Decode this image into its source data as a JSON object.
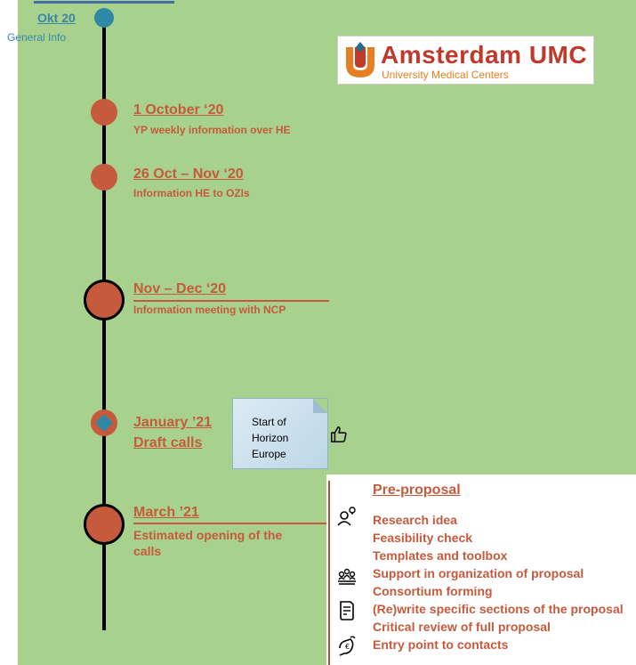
{
  "header": {
    "label": "Okt 20",
    "sublabel": "General Info"
  },
  "logo": {
    "name": "Amsterdam UMC",
    "subtitle": "University Medical Centers",
    "colors": [
      "#c0392b",
      "#e67e22"
    ]
  },
  "events": [
    {
      "title": "1 October ‘20",
      "subtitle": "YP weekly information over HE"
    },
    {
      "title": "26 Oct – Nov ‘20",
      "subtitle": "Information HE to OZIs"
    },
    {
      "title": "Nov – Dec ‘20",
      "subtitle": "Information meeting with NCP"
    },
    {
      "title": "January ’21",
      "subtitle": "Draft calls"
    },
    {
      "title": "March ’21",
      "subtitle": "Estimated opening of the calls"
    }
  ],
  "note": {
    "text": "Start of Horizon Europe",
    "icon": "thumbs-up-icon"
  },
  "panel": {
    "title": "Pre-proposal",
    "items": [
      "Research idea",
      "Feasibility check",
      "Templates and toolbox",
      "Support in organization of proposal",
      "Consortium forming",
      "(Re)write specific sections of the proposal",
      "Critical review of full proposal",
      "Entry point to contacts"
    ],
    "icons": [
      "person-idea-icon",
      "team-icon",
      "document-edit-icon",
      "money-hand-icon"
    ]
  },
  "colors": {
    "background": "#a9d18e",
    "accent": "#c55a3c",
    "blue": "#2e8aa4"
  }
}
